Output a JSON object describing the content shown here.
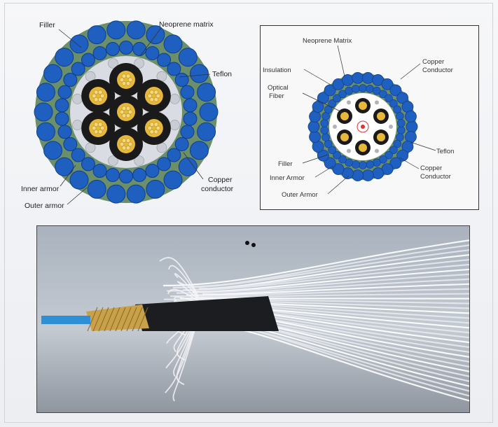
{
  "left_diagram": {
    "labels": {
      "filler": "Filler",
      "neoprene": "Neoprene matrix",
      "teflon": "Teflon",
      "copper_line1": "Copper",
      "copper_line2": "conductor",
      "inner_armor": "Inner armor",
      "outer_armor": "Outer armor"
    }
  },
  "right_diagram": {
    "labels": {
      "neoprene": "Neoprene Matrix",
      "insulation": "Insulation",
      "optical_line1": "Optical",
      "optical_line2": "Fiber",
      "copper_top_line1": "Copper",
      "copper_top_line2": "Conductor",
      "teflon": "Teflon",
      "filler": "Filler",
      "inner_armor": "Inner Armor",
      "outer_armor": "Outer Armor",
      "copper_bottom_line1": "Copper",
      "copper_bottom_line2": "Conductor"
    }
  },
  "colors": {
    "armor_blue": "#1f5fbf",
    "matrix_green": "#6b8f6b",
    "conductor_black": "#1a1a1a",
    "copper_gold": "#e8b83a",
    "filler_grey": "#c9ccd2"
  },
  "photo": {
    "subject": "cable-cutaway-photo"
  }
}
